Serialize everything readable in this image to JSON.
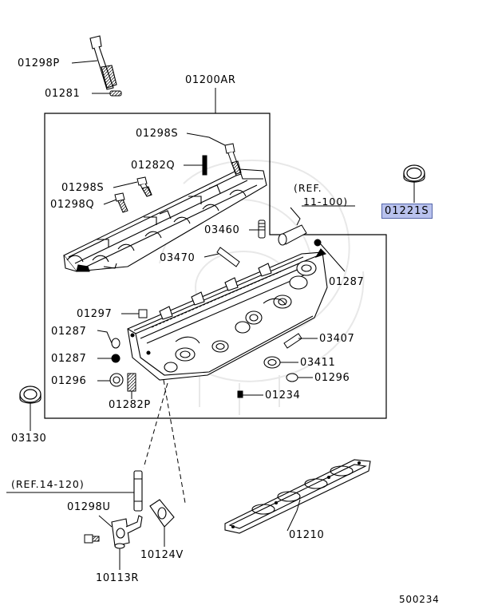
{
  "diagram": {
    "figure_number": "500234",
    "highlight_color": "#b9c2ee",
    "part_labels": {
      "p01298P": "01298P",
      "p01281": "01281",
      "p01200AR": "01200AR",
      "p01298S_top": "01298S",
      "p01282Q": "01282Q",
      "p01298S_left": "01298S",
      "p01298Q": "01298Q",
      "p03460": "03460",
      "p03470": "03470",
      "p01287_right": "01287",
      "p01297": "01297",
      "p01287_a": "01287",
      "p01287_b": "01287",
      "p03407": "03407",
      "p03411": "03411",
      "p01296_left": "01296",
      "p01296_right": "01296",
      "p01234": "01234",
      "p01282P": "01282P",
      "p03130": "03130",
      "p01221S": "01221S",
      "p01298U": "01298U",
      "p10124V": "10124V",
      "p10113R": "10113R",
      "p01210": "01210"
    },
    "references": {
      "ref_top_line1": "(REF.",
      "ref_top_line2": "11-100)",
      "ref_left": "(REF.14-120)"
    }
  }
}
